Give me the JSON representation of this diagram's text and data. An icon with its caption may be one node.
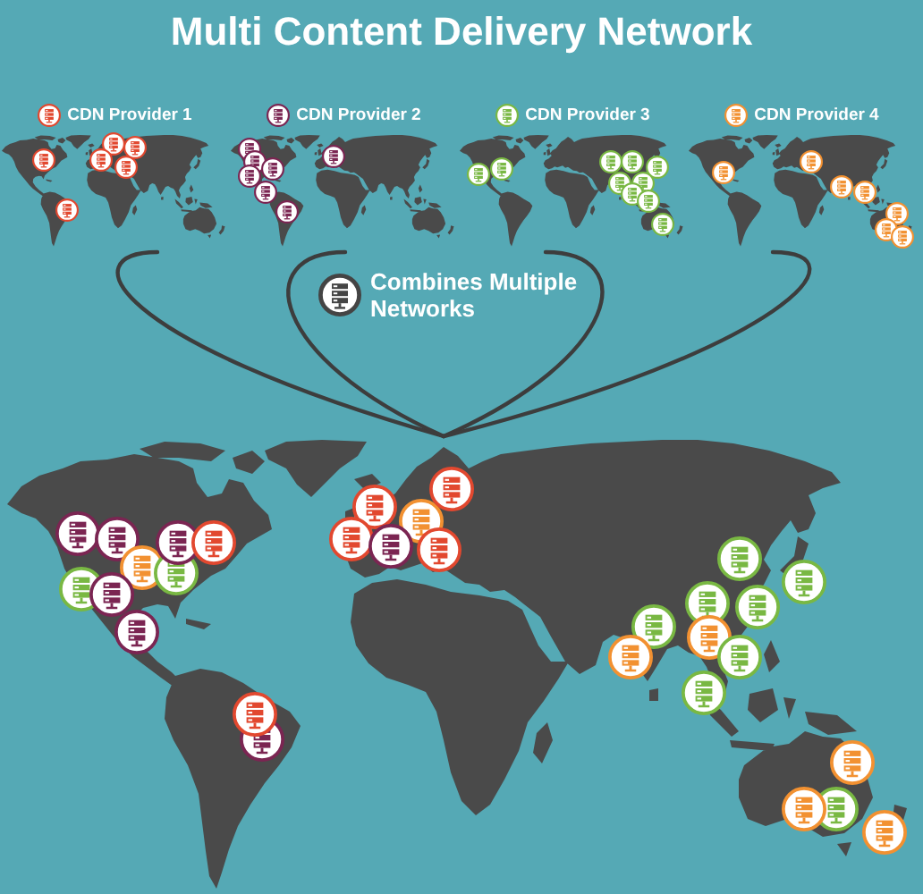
{
  "diagram": {
    "title": "Multi Content Delivery Network",
    "nodes": [
      {
        "text": [
          "CDN Provider 1"
        ]
      },
      {
        "text": [
          "CDN Provider 2"
        ]
      },
      {
        "text": [
          "CDN Provider 3"
        ]
      },
      {
        "text": [
          "CDN Provider 4"
        ]
      },
      {
        "text": [],
        "shape": "picture"
      }
    ],
    "edges": [
      {
        "from": 0,
        "to": 4,
        "arrow": "none"
      },
      {
        "from": 1,
        "to": 4,
        "arrow": "none"
      },
      {
        "from": 2,
        "to": 4,
        "arrow": "none"
      },
      {
        "from": 3,
        "to": 4,
        "arrow": "none"
      }
    ],
    "labels": [
      "Combines Multiple Networks"
    ]
  }
}
